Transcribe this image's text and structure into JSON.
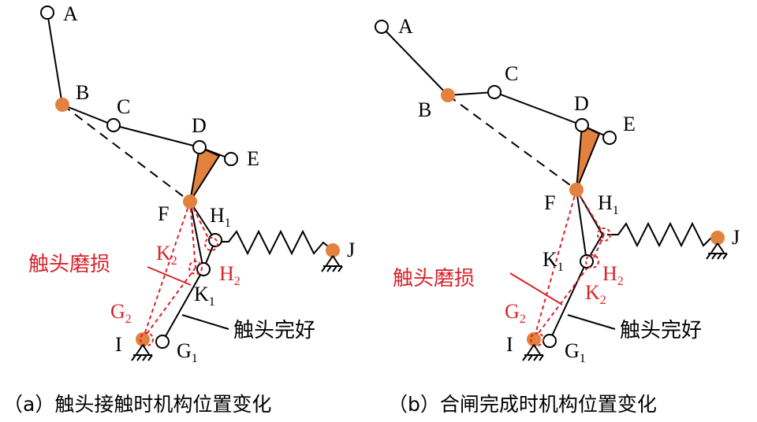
{
  "colors": {
    "line": "#000000",
    "pivot_fill": "#e3813e",
    "triangle_fill": "#e3813e",
    "worn": "#d8232a"
  },
  "panel_a": {
    "points": {
      "A": "A",
      "B": "B",
      "C": "C",
      "D": "D",
      "E": "E",
      "F": "F",
      "H": "H",
      "H_sub": "1",
      "J": "J",
      "K": "K",
      "K_sub": "1",
      "G": "G",
      "G_sub": "1",
      "I": "I"
    },
    "worn_points": {
      "K": "K",
      "K_sub": "2",
      "H": "H",
      "H_sub": "2",
      "G": "G",
      "G_sub": "2"
    },
    "annotation_worn": "触头磨损",
    "annotation_good": "触头完好",
    "caption": "（a）触头接触时机构位置变化"
  },
  "panel_b": {
    "points": {
      "A": "A",
      "B": "B",
      "C": "C",
      "D": "D",
      "E": "E",
      "F": "F",
      "H": "H",
      "H_sub": "1",
      "J": "J",
      "K": "K",
      "K_sub": "1",
      "G": "G",
      "G_sub": "1",
      "I": "I"
    },
    "worn_points": {
      "H": "H",
      "H_sub": "2",
      "K": "K",
      "K_sub": "2",
      "G": "G",
      "G_sub": "2"
    },
    "annotation_worn": "触头磨损",
    "annotation_good": "触头完好",
    "caption": "（b）合闸完成时机构位置变化"
  }
}
